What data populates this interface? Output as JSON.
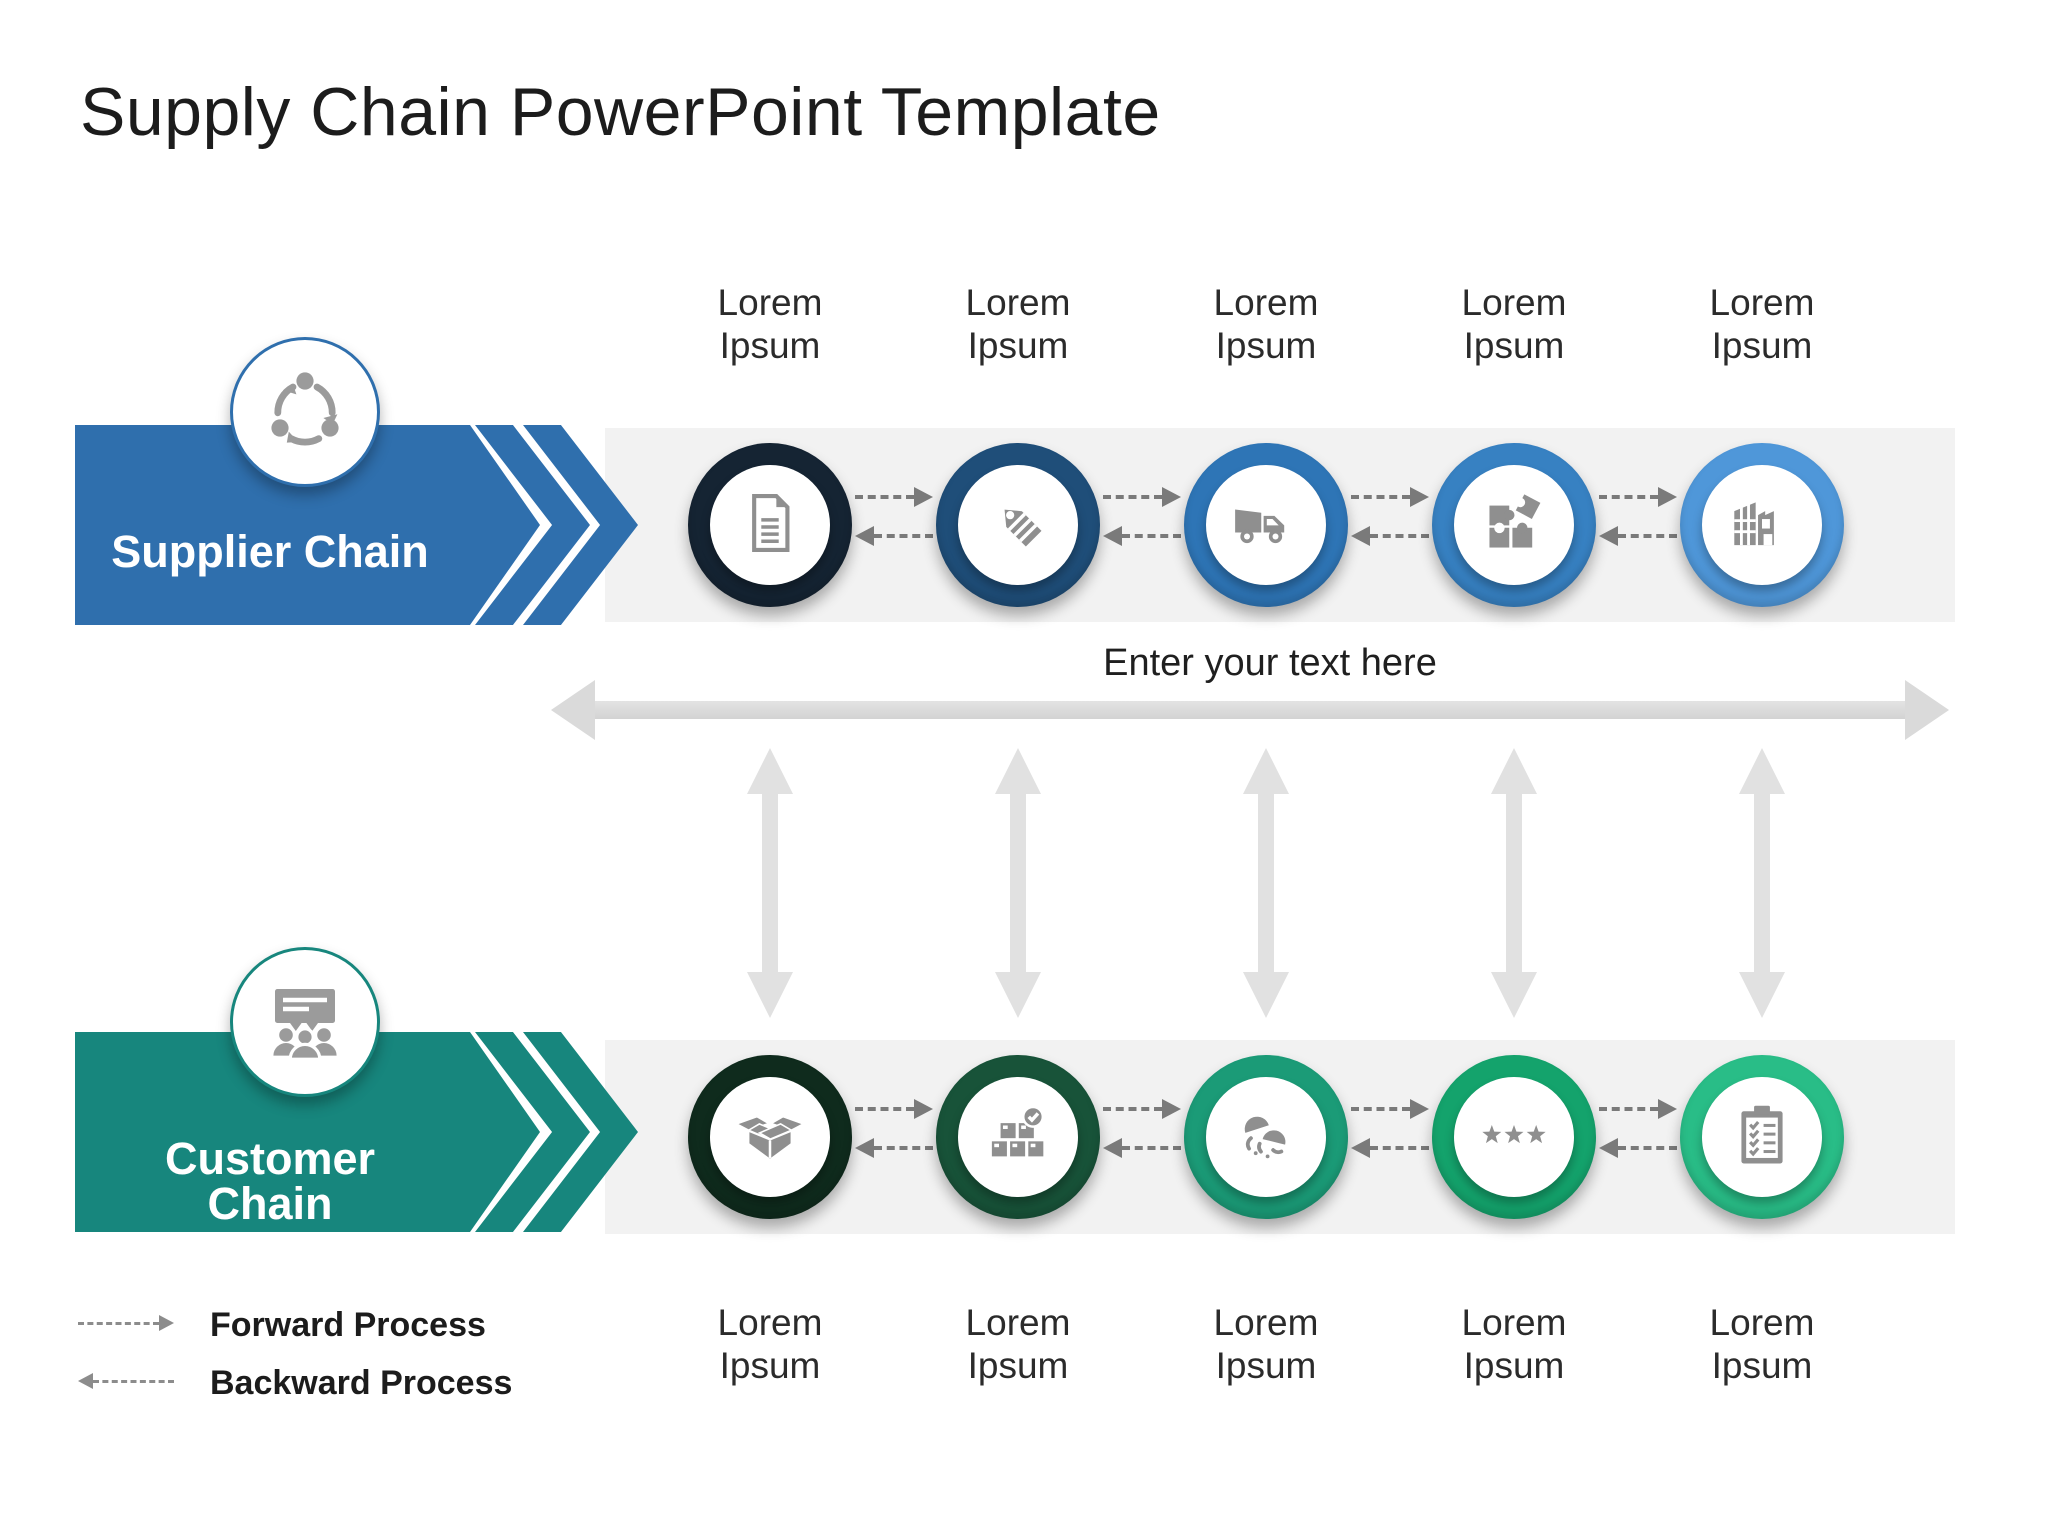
{
  "title": "Supply Chain PowerPoint Template",
  "colors": {
    "supplier_accent": "#2F6FAD",
    "customer_accent": "#17867D",
    "strip_background": "#F2F2F2",
    "icon_gray": "#8F8F8F",
    "connector_gray": "#7A7A7A",
    "big_arrow_gray": "#DADADA",
    "vertical_arrow_gray": "#E1E1E1"
  },
  "supplier_chain": {
    "label": "Supplier Chain",
    "badge_icon": "cycle-icon",
    "steps": [
      {
        "label": "Lorem\nIpsum",
        "icon": "document-icon",
        "ring_color": "#152433"
      },
      {
        "label": "Lorem\nIpsum",
        "icon": "price-tag-icon",
        "ring_color": "#1F4E79"
      },
      {
        "label": "Lorem\nIpsum",
        "icon": "truck-icon",
        "ring_color": "#2E75B6"
      },
      {
        "label": "Lorem\nIpsum",
        "icon": "puzzle-icon",
        "ring_color": "#3781C2"
      },
      {
        "label": "Lorem\nIpsum",
        "icon": "factory-icon",
        "ring_color": "#4F97D9"
      }
    ]
  },
  "customer_chain": {
    "label": "Customer Chain",
    "badge_icon": "meeting-icon",
    "steps": [
      {
        "label": "Lorem\nIpsum",
        "icon": "open-box-icon",
        "ring_color": "#0F2B1D"
      },
      {
        "label": "Lorem\nIpsum",
        "icon": "boxes-check-icon",
        "ring_color": "#185339"
      },
      {
        "label": "Lorem\nIpsum",
        "icon": "customers-icon",
        "ring_color": "#1B9B77"
      },
      {
        "label": "Lorem\nIpsum",
        "icon": "star-rating-icon",
        "ring_color": "#14A36C"
      },
      {
        "label": "Lorem\nIpsum",
        "icon": "clipboard-checklist-icon",
        "ring_color": "#29BD87"
      }
    ]
  },
  "center": {
    "text": "Enter your text here"
  },
  "legend": {
    "forward_label": "Forward Process",
    "backward_label": "Backward Process"
  }
}
